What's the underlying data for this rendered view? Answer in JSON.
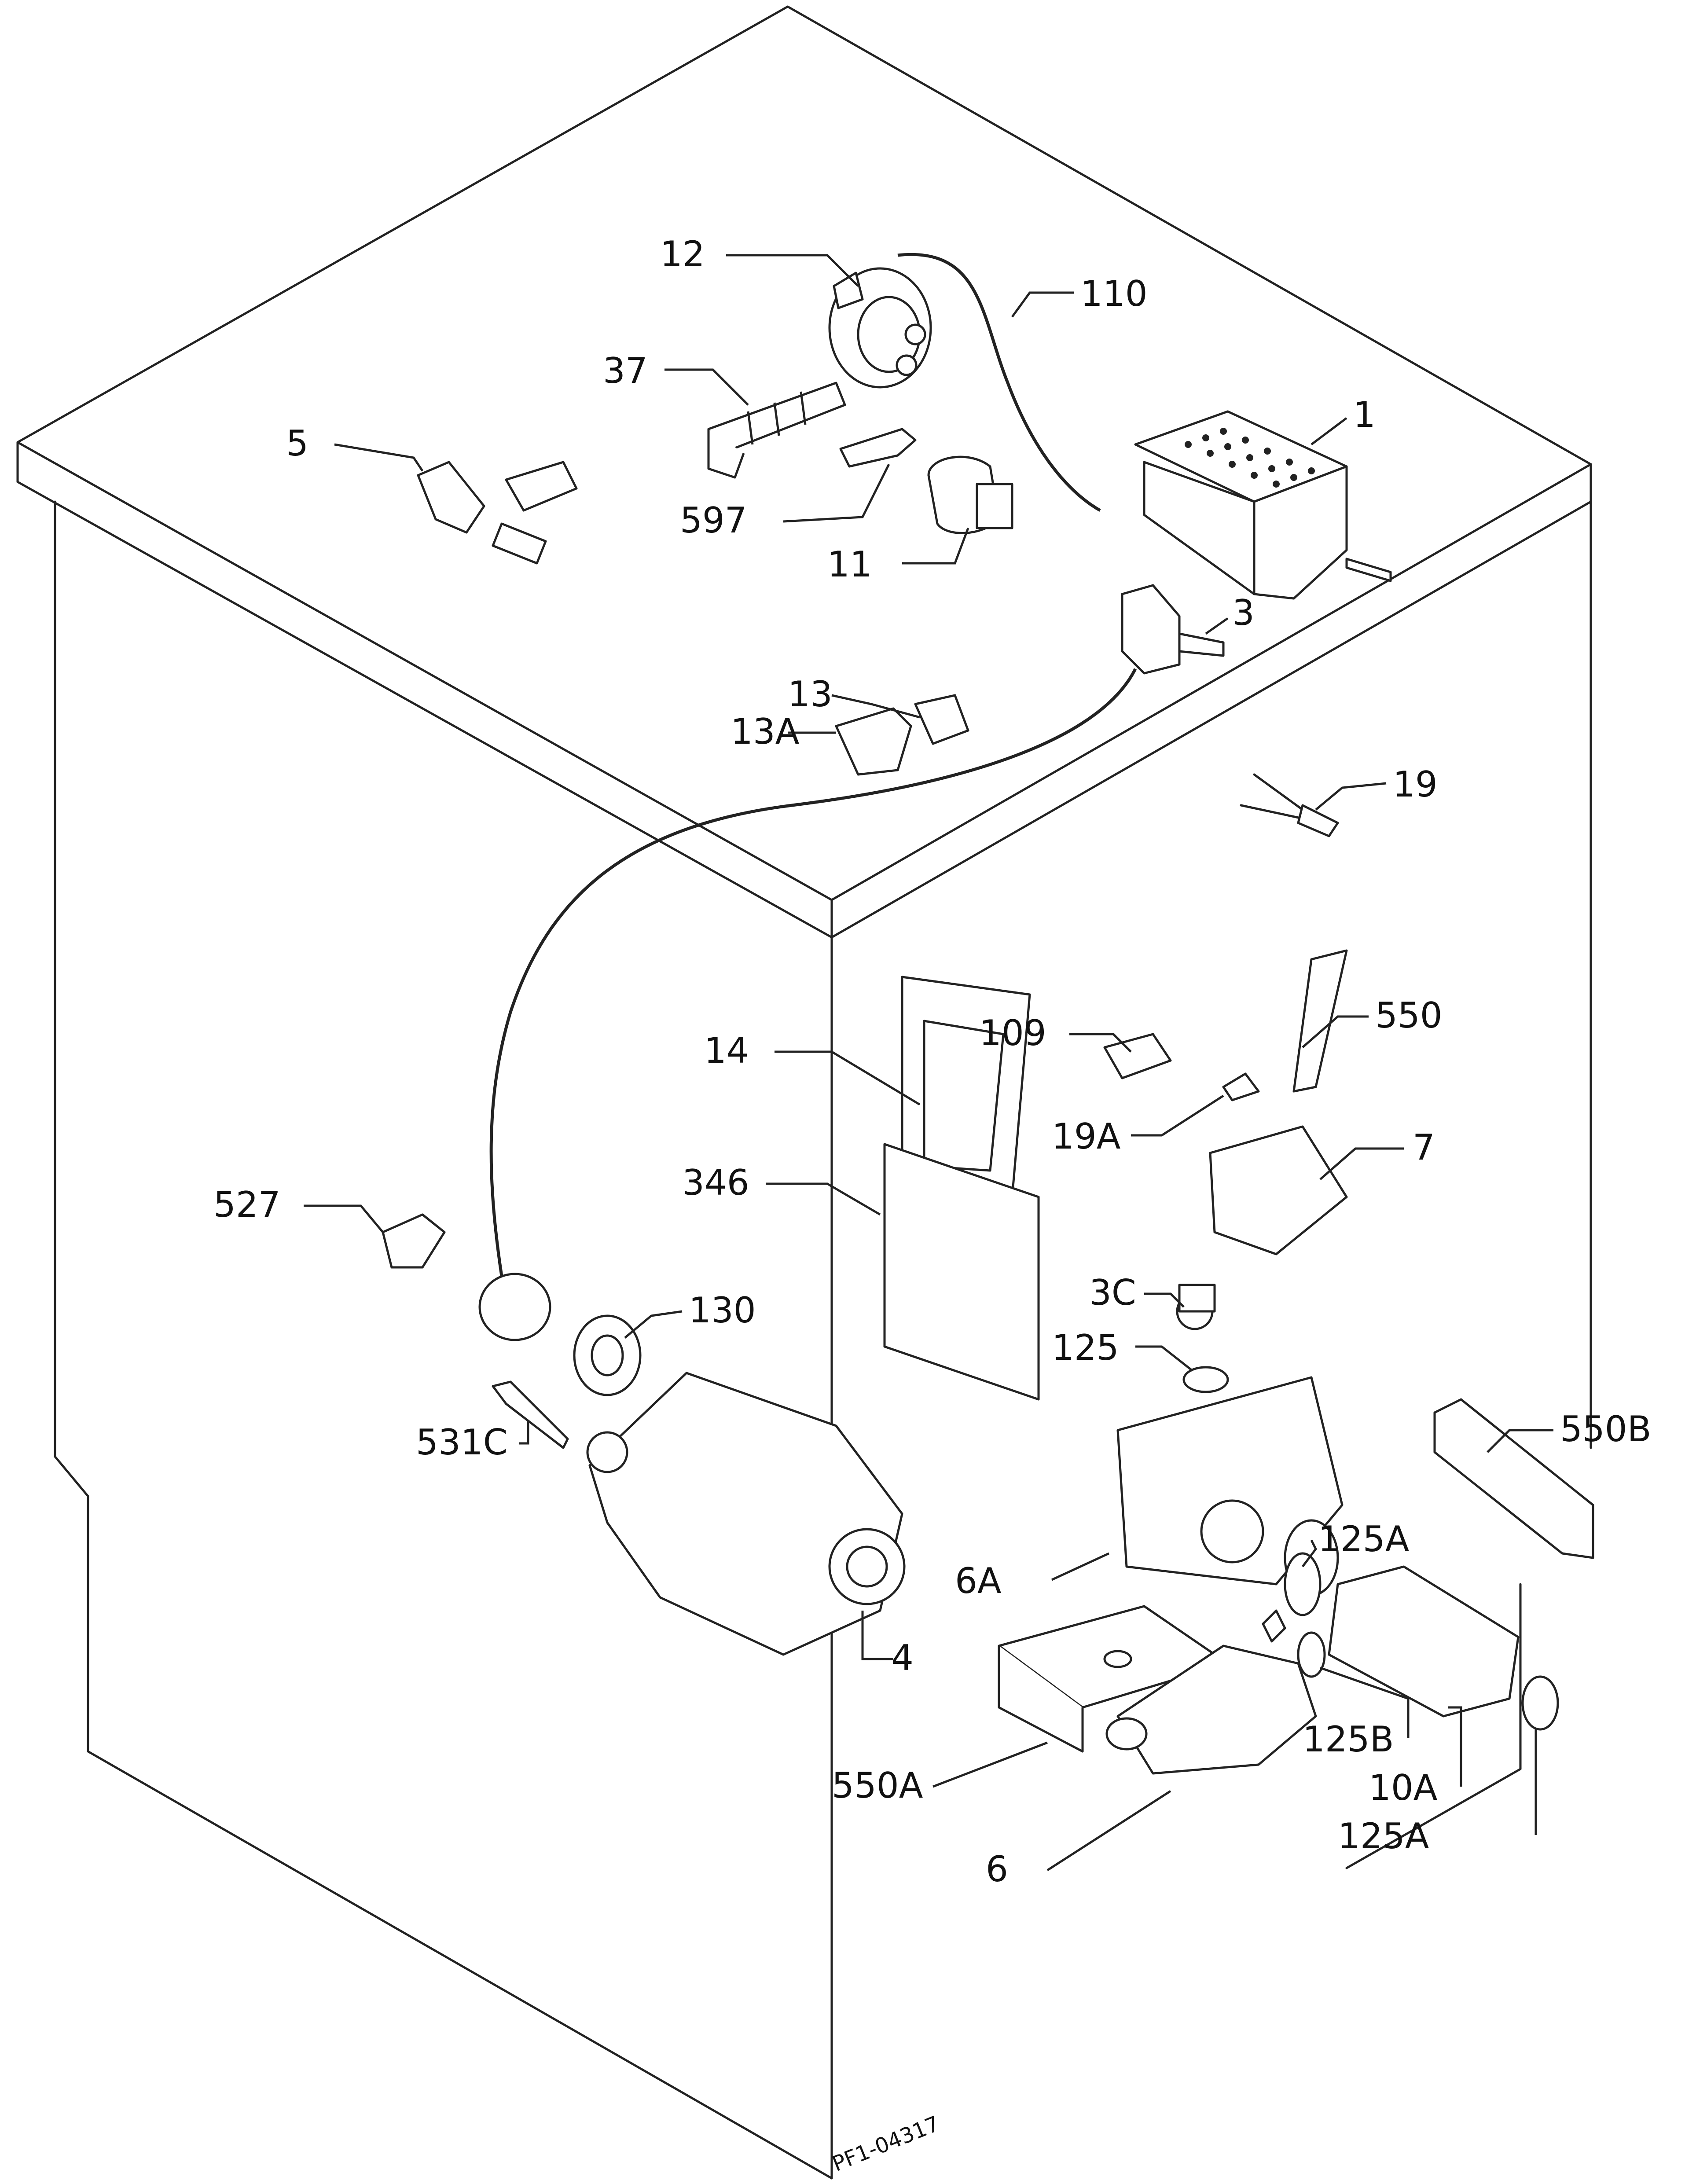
{
  "diagram": {
    "reference_code": "PF1-04317",
    "callouts": [
      "1",
      "3",
      "3C",
      "4",
      "5",
      "6",
      "6A",
      "7",
      "10A",
      "11",
      "12",
      "13",
      "13A",
      "14",
      "19",
      "19A",
      "37",
      "109",
      "110",
      "125",
      "125A",
      "125B",
      "130",
      "346",
      "527",
      "531C",
      "550",
      "550A",
      "550B",
      "597"
    ],
    "icons": [
      "cabinet-outline",
      "timer-module",
      "pressure-switch",
      "hose",
      "pressostat-bracket",
      "suppressor-capacitor",
      "door-switch",
      "connectors",
      "heater-thermostat",
      "dispenser-drawer",
      "tank-case",
      "door-lock",
      "pump-housing",
      "drain-filter",
      "drain-pump",
      "motor",
      "grommet",
      "screw",
      "clip"
    ]
  }
}
